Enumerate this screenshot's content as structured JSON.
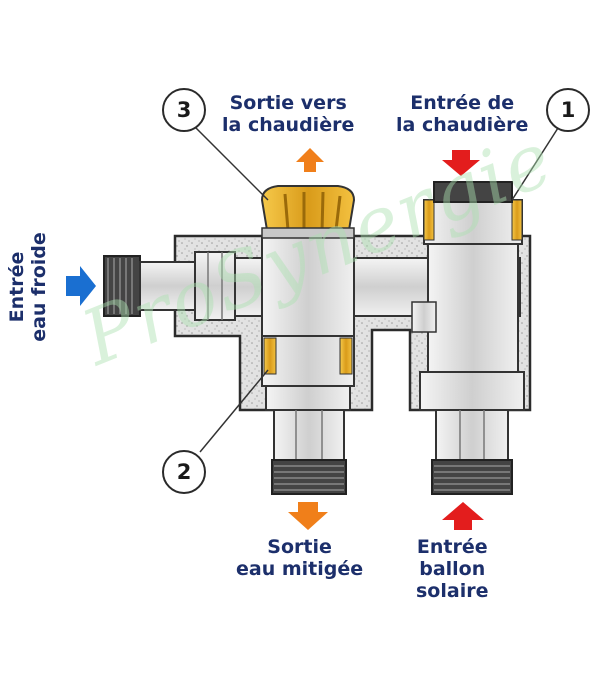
{
  "labels": {
    "top_left": [
      "Sortie vers",
      "la chaudière"
    ],
    "top_right": [
      "Entrée de",
      "la chaudière"
    ],
    "left": [
      "Entrée",
      "eau froide"
    ],
    "bottom_left": [
      "Sortie",
      "eau mitigée"
    ],
    "bottom_right": [
      "Entrée",
      "ballon",
      "solaire"
    ]
  },
  "callouts": [
    "1",
    "2",
    "3"
  ],
  "watermark": "ProSynergie",
  "colors": {
    "text": "#1c2f6b",
    "arrow_orange": "#f07f1a",
    "arrow_red": "#e31d1d",
    "arrow_blue": "#1a6fd1",
    "brass": "#e8b32a",
    "metal": "#d9d9d9",
    "body": "#e6e6e6"
  }
}
